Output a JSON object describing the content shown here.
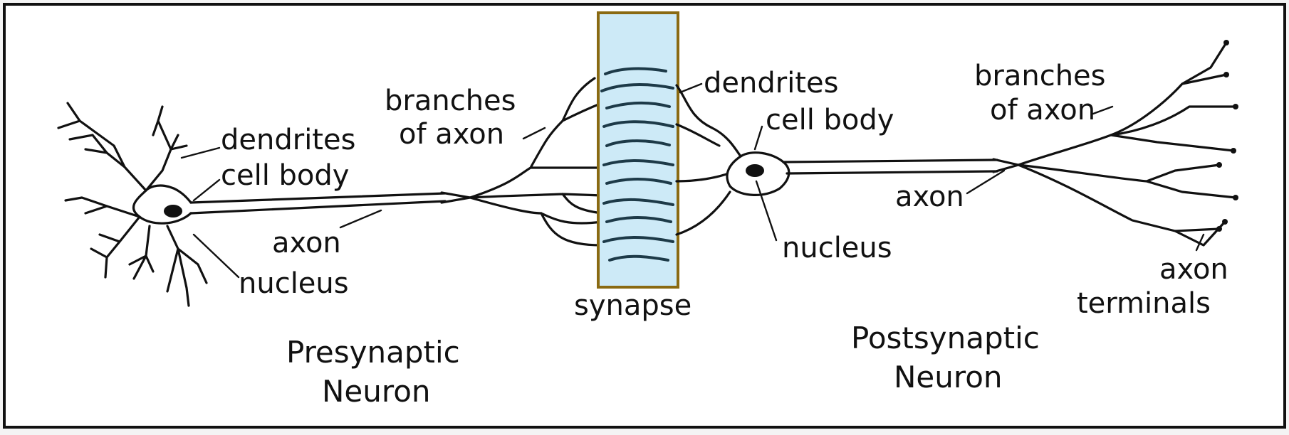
{
  "labels": {
    "pre_dendrites": "dendrites",
    "pre_cell_body": "cell body",
    "pre_axon": "axon",
    "pre_nucleus": "nucleus",
    "pre_branches_line1": "branches",
    "pre_branches_line2": "of axon",
    "synapse": "synapse",
    "post_dendrites": "dendrites",
    "post_cell_body": "cell body",
    "post_axon": "axon",
    "post_nucleus": "nucleus",
    "post_branches_line1": "branches",
    "post_branches_line2": "of axon",
    "terminals_line1": "axon",
    "terminals_line2": "terminals"
  },
  "titles": {
    "pre_line1": "Presynaptic",
    "pre_line2": "Neuron",
    "post_line1": "Postsynaptic",
    "post_line2": "Neuron"
  },
  "colors": {
    "frame": "#111111",
    "ink": "#111111",
    "highlight_fill": "#cdeaf7",
    "highlight_border": "#8a6a12"
  }
}
